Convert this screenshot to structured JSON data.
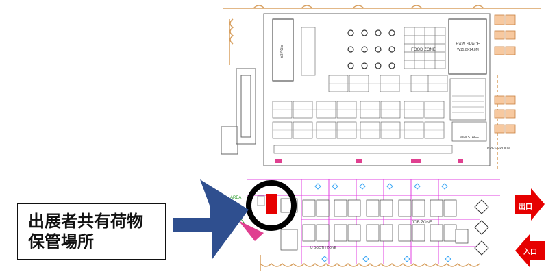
{
  "callout": {
    "line1": "出展者共有荷物",
    "line2": "保管場所"
  },
  "arrows": {
    "exit": "出口",
    "entry": "入口"
  },
  "zones": {
    "stage": "STAGE",
    "food": "FOOD ZONE",
    "raw_space": "RAW SPACE",
    "raw_space_size": "W15.8X14.8M",
    "mini_stage": "MINI STAGE",
    "press_room": "PRESS ROOM",
    "job": "JOB ZONE",
    "u_booth": "U BOOTH ZONE",
    "area": "AREA"
  },
  "colors": {
    "callout_arrow": "#2f4f8f",
    "exit_arrow": "#e60000",
    "highlight_circle": "#000000",
    "storage_block": "#e60000",
    "magenta_lines": "#e040e0",
    "orange_walls": "#d8a060",
    "diamonds": "#3fa9f5"
  }
}
